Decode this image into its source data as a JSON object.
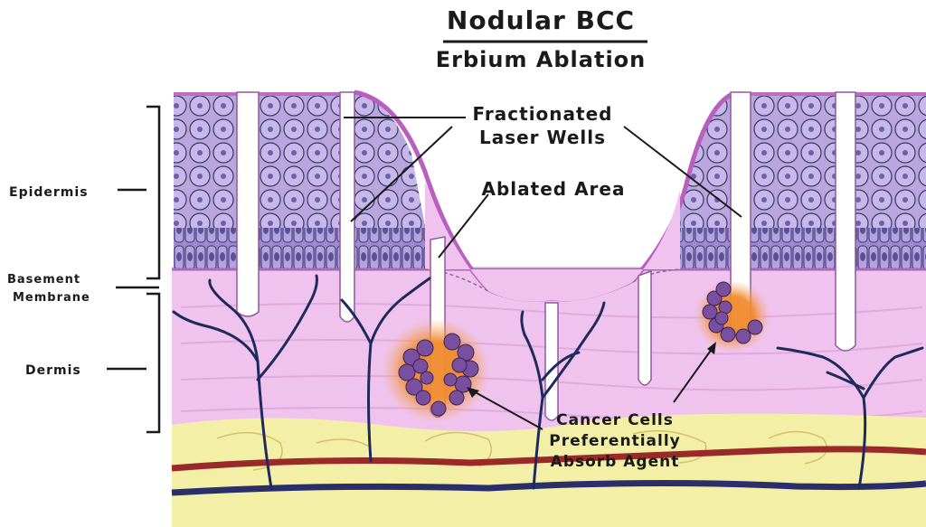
{
  "title": {
    "line1": "Nodular BCC",
    "line2": "Erbium Ablation"
  },
  "labels": {
    "epidermis": "Epidermis",
    "basement_line1": "Basement",
    "basement_line2": "Membrane",
    "dermis": "Dermis",
    "laser_wells_line1": "Fractionated",
    "laser_wells_line2": "Laser Wells",
    "ablated_area": "Ablated Area",
    "cancer_line1": "Cancer Cells",
    "cancer_line2": "Preferentially",
    "cancer_line3": "Absorb Agent"
  },
  "colors": {
    "epidermis_cells": "#a997d6",
    "epidermis_membrane": "#c46bc0",
    "dermis": "#efc3ee",
    "fat": "#f3efa6",
    "artery": "#9a2a2a",
    "vein": "#2a2f6b",
    "tumor": "#7b4fa0",
    "tumor_glow": "#f08a2c"
  }
}
